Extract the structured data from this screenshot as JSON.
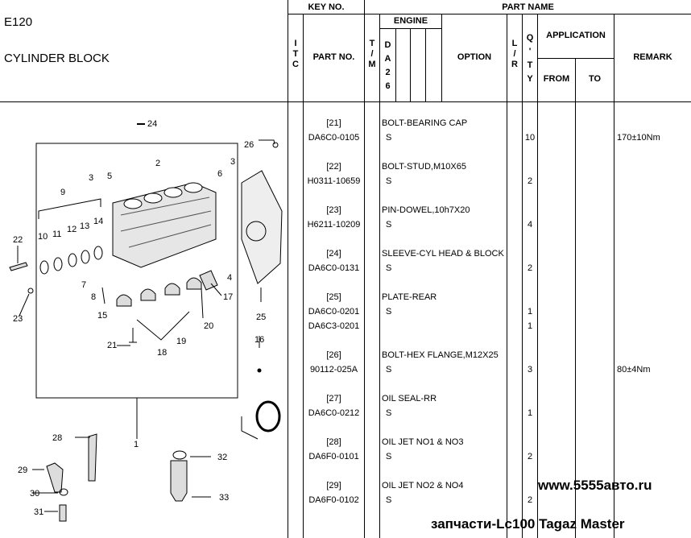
{
  "document": {
    "code": "E120",
    "title": "CYLINDER BLOCK"
  },
  "header": {
    "key_no": "KEY NO.",
    "part_name": "PART NAME",
    "itc": [
      "I",
      "T",
      "C"
    ],
    "part_no": "PART NO.",
    "tm": [
      "T",
      "/",
      "M"
    ],
    "engine": "ENGINE",
    "engine_model": [
      "D",
      "A",
      "2",
      "6"
    ],
    "option": "OPTION",
    "lr": [
      "L",
      "/",
      "R"
    ],
    "qty": [
      "Q",
      "'",
      "T",
      "Y"
    ],
    "application": "APPLICATION",
    "from": "FROM",
    "to": "TO",
    "remark": "REMARK"
  },
  "rows": [
    {
      "key": "[21]",
      "part_nos": [
        "DA6C0-0105"
      ],
      "name": "BOLT-BEARING CAP",
      "engine_marks": [
        "S"
      ],
      "qtys": [
        "10"
      ],
      "remark": "170±10Nm"
    },
    {
      "key": "[22]",
      "part_nos": [
        "H0311-10659"
      ],
      "name": "BOLT-STUD,M10X65",
      "engine_marks": [
        "S"
      ],
      "qtys": [
        "2"
      ],
      "remark": ""
    },
    {
      "key": "[23]",
      "part_nos": [
        "H6211-10209"
      ],
      "name": "PIN-DOWEL,10h7X20",
      "engine_marks": [
        "S"
      ],
      "qtys": [
        "4"
      ],
      "remark": ""
    },
    {
      "key": "[24]",
      "part_nos": [
        "DA6C0-0131"
      ],
      "name": "SLEEVE-CYL HEAD & BLOCK",
      "engine_marks": [
        "S"
      ],
      "qtys": [
        "2"
      ],
      "remark": ""
    },
    {
      "key": "[25]",
      "part_nos": [
        "DA6C0-0201",
        "DA6C3-0201"
      ],
      "name": "PLATE-REAR",
      "engine_marks": [
        "S",
        ""
      ],
      "qtys": [
        "1",
        "1"
      ],
      "remark": ""
    },
    {
      "key": "[26]",
      "part_nos": [
        "90112-025A"
      ],
      "name": "BOLT-HEX FLANGE,M12X25",
      "engine_marks": [
        "S"
      ],
      "qtys": [
        "3"
      ],
      "remark": "80±4Nm"
    },
    {
      "key": "[27]",
      "part_nos": [
        "DA6C0-0212"
      ],
      "name": "OIL SEAL-RR",
      "engine_marks": [
        "S"
      ],
      "qtys": [
        "1"
      ],
      "remark": ""
    },
    {
      "key": "[28]",
      "part_nos": [
        "DA6F0-0101"
      ],
      "name": "OIL JET NO1 & NO3",
      "engine_marks": [
        "S"
      ],
      "qtys": [
        "2"
      ],
      "remark": ""
    },
    {
      "key": "[29]",
      "part_nos": [
        "DA6F0-0102"
      ],
      "name": "OIL JET NO2 & NO4",
      "engine_marks": [
        "S"
      ],
      "qtys": [
        "2"
      ],
      "remark": ""
    }
  ],
  "diagram": {
    "callouts": [
      "1",
      "2",
      "3",
      "3",
      "5",
      "6",
      "7",
      "8",
      "9",
      "10",
      "11",
      "12",
      "13",
      "14",
      "15",
      "16",
      "17",
      "18",
      "19",
      "20",
      "21",
      "22",
      "23",
      "24",
      "25",
      "26",
      "28",
      "29",
      "30",
      "31",
      "32",
      "33",
      "4"
    ]
  },
  "watermarks": {
    "site": "www.5555авто.ru",
    "caption": "запчасти-Lc100 Tagaz Master"
  }
}
